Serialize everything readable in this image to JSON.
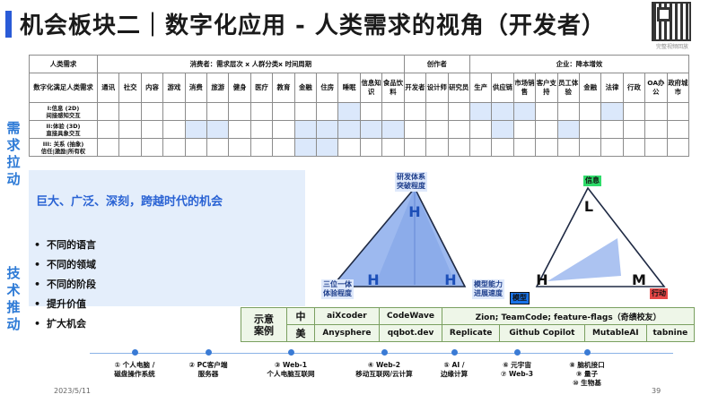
{
  "header": {
    "title": "机会板块二｜数字化应用 - 人类需求的视角（开发者）",
    "qr_caption": "完整视频回放",
    "accent_color": "#2a5bd7"
  },
  "sidebar": {
    "top_label": [
      "需",
      "求",
      "拉",
      "动"
    ],
    "bottom_label": [
      "技",
      "术",
      "推",
      "动"
    ],
    "color": "#2d7ad6"
  },
  "needs_table": {
    "corner": "人类需求",
    "groups": [
      "消费者：需求层次 x 人群分类x 时间周期",
      "创作者",
      "企业：降本增效"
    ],
    "subheader_label": "数字化满足人类需求",
    "consumer_cols": [
      "通讯",
      "社交",
      "内容",
      "游戏",
      "消费",
      "旅游",
      "健身",
      "医疗",
      "教育",
      "金融",
      "住房",
      "睡眠",
      "信息知识",
      "食品饮料"
    ],
    "creator_cols": [
      "开发者",
      "设计师",
      "研究员"
    ],
    "enterprise_cols": [
      "生产",
      "供应链",
      "市场销售",
      "客户支持",
      "员工体验",
      "金融",
      "法律",
      "行政",
      "OA办公",
      "政府城市"
    ],
    "levels": [
      {
        "name": "I:信息 (2D)",
        "desc": "间接感知交互"
      },
      {
        "name": "II:体验 (3D)",
        "desc": "直接具象交互"
      },
      {
        "name": "III: 关系 (抽象)",
        "desc": "信任|激励|所有权"
      }
    ],
    "highlight_color": "#dbe8fb"
  },
  "opportunity": {
    "heading": "巨大、广泛、深刻，跨越时代的机会",
    "bullets": [
      "不同的语言",
      "不同的领域",
      "不同的阶段",
      "提升价值",
      "扩大机会"
    ]
  },
  "diagram": {
    "left_triangle": {
      "vertex_letters": [
        "H",
        "H",
        "H"
      ],
      "top_tag": "研发体系\n突破程度",
      "left_tag": "三位一体\n体验程度"
    },
    "right_triangle": {
      "vertex_letters": [
        "L",
        "H",
        "M"
      ],
      "top_tag": "信息",
      "left_tag": "模型能力\n进展速度",
      "model_tag": "模型",
      "action_tag": "行动"
    },
    "colors": {
      "fill": "#9db9ef",
      "info": "#2fdc6a",
      "model": "#1a73e8",
      "action": "#e64848"
    }
  },
  "cases": {
    "label": "示意案例",
    "rows": [
      {
        "region": "中",
        "items": [
          "aiXcoder",
          "CodeWave",
          "Zion; TeamCode; feature-flags（奇绩校友）"
        ]
      },
      {
        "region": "美",
        "items": [
          "Anysphere",
          "qqbot.dev",
          "Replicate",
          "Github Copilot",
          "MutableAI",
          "tabnine"
        ]
      }
    ]
  },
  "timeline": [
    {
      "lines": [
        "① 个人电脑 /",
        "磁盘操作系统"
      ]
    },
    {
      "lines": [
        "② PC客户端",
        "服务器"
      ]
    },
    {
      "lines": [
        "③ Web-1",
        "个人电脑互联网"
      ]
    },
    {
      "lines": [
        "④ Web-2",
        "移动互联网/云计算"
      ]
    },
    {
      "lines": [
        "⑤ AI /",
        "边缘计算"
      ]
    },
    {
      "lines": [
        "⑥ 元宇宙",
        "⑦ Web-3"
      ]
    },
    {
      "lines": [
        "⑧ 脑机接口",
        "⑨ 量子",
        "⑩ 生物基"
      ]
    }
  ],
  "footer": {
    "date": "2023/5/11",
    "page": "39"
  }
}
